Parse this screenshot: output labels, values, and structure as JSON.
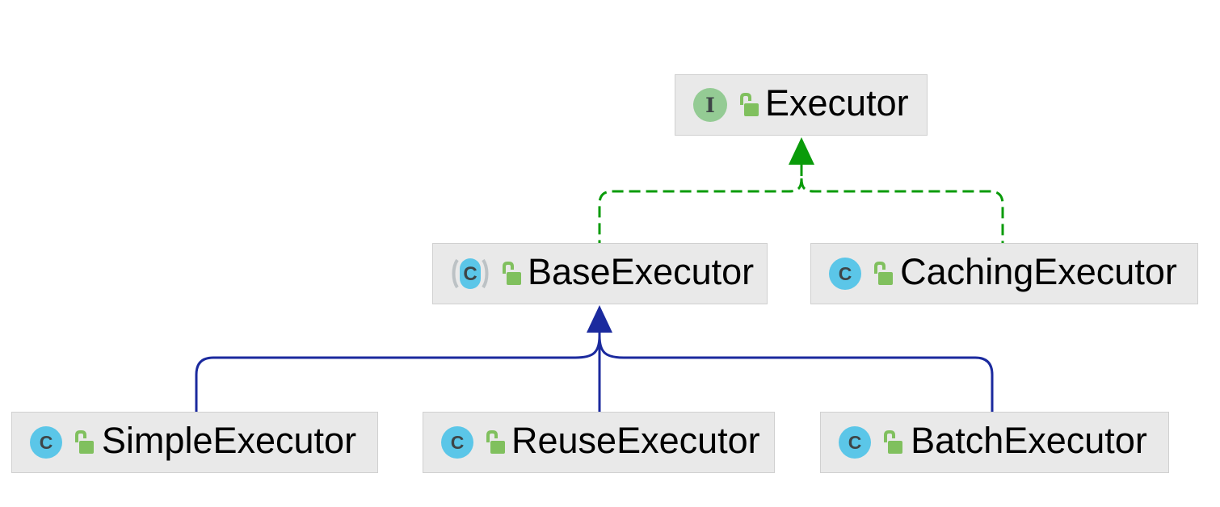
{
  "colors": {
    "background": "#ffffff",
    "node_fill": "#e9e9e9",
    "node_border": "#d0d0d0",
    "label_text": "#000000",
    "interface_icon_bg": "#94cb94",
    "class_icon_bg": "#5bc6e8",
    "abstract_paren": "#bcc2c5",
    "icon_letter": "#3e4547",
    "lock_icon": "#80c05e",
    "realization": "#0a9b0a",
    "inheritance": "#1b2a9e"
  },
  "icons": {
    "interface_letter": "I",
    "class_letter": "C"
  },
  "nodes": {
    "executor": {
      "label": "Executor",
      "icon": "interface-icon",
      "visibility_icon": "unlocked-icon"
    },
    "baseExecutor": {
      "label": "BaseExecutor",
      "icon": "abstract-class-icon",
      "visibility_icon": "unlocked-icon"
    },
    "cachingExecutor": {
      "label": "CachingExecutor",
      "icon": "class-icon",
      "visibility_icon": "unlocked-icon"
    },
    "simpleExecutor": {
      "label": "SimpleExecutor",
      "icon": "class-icon",
      "visibility_icon": "unlocked-icon"
    },
    "reuseExecutor": {
      "label": "ReuseExecutor",
      "icon": "class-icon",
      "visibility_icon": "unlocked-icon"
    },
    "batchExecutor": {
      "label": "BatchExecutor",
      "icon": "class-icon",
      "visibility_icon": "unlocked-icon"
    }
  },
  "edges": {
    "realization": {
      "relation": "implements",
      "style": "dashed",
      "color": "#0a9b0a",
      "sources": [
        "BaseExecutor",
        "CachingExecutor"
      ],
      "target": "Executor"
    },
    "inheritance": {
      "relation": "extends",
      "style": "solid",
      "color": "#1b2a9e",
      "sources": [
        "SimpleExecutor",
        "ReuseExecutor",
        "BatchExecutor"
      ],
      "target": "BaseExecutor"
    }
  }
}
